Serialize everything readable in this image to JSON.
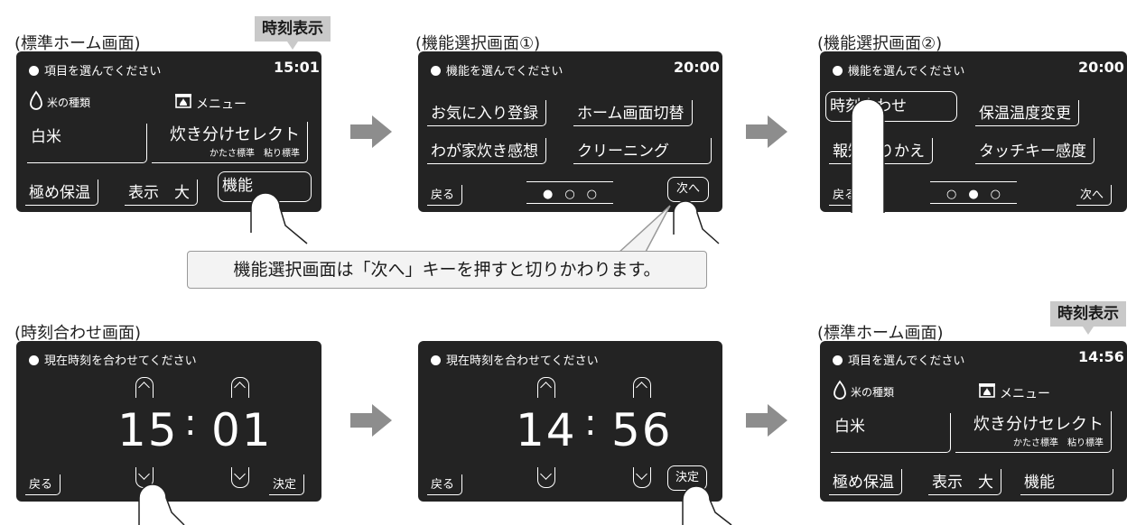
{
  "badges": {
    "time_display": "時刻表示",
    "time_display_cut": "時刻表示"
  },
  "captions": {
    "standard_home": "(標準ホーム画面)",
    "func_select_1": "(機能選択画面①)",
    "func_select_2": "(機能選択画面②)",
    "time_set": "(時刻合わせ画面)",
    "standard_home_2": "(標準ホーム画面)"
  },
  "home1": {
    "header": "項目を選んでください",
    "time": "15:01",
    "rice_type_label": "米の種類",
    "menu_label": "メニュー",
    "rice_value": "白米",
    "menu_value": "炊き分けセレクト",
    "menu_sub": "かたさ標準　粘り標準",
    "keep_warm": "極め保温",
    "display_size": "表示　大",
    "function": "機能"
  },
  "func1": {
    "header": "機能を選んでください",
    "time": "20:00",
    "fav": "お気に入り登録",
    "home_switch": "ホーム画面切替",
    "impression": "わが家炊き感想",
    "cleaning": "クリーニング",
    "back": "戻る",
    "pager": "●　○　○",
    "next": "次へ"
  },
  "func2": {
    "header": "機能を選んでください",
    "time": "20:00",
    "clock_set": "時刻合わせ",
    "warm_temp": "保温温度変更",
    "notice": "報知きりかえ",
    "touch_sens": "タッチキー感度",
    "back": "戻る",
    "pager": "○　●　○",
    "next": "次へ"
  },
  "callout": "機能選択画面は「次へ」キーを押すと切りかわります。",
  "clock1": {
    "header": "現在時刻を合わせてください",
    "hours": "15",
    "colon": ":",
    "minutes": "01",
    "back": "戻る",
    "ok": "決定"
  },
  "clock2": {
    "header": "現在時刻を合わせてください",
    "hours": "14",
    "colon": ":",
    "minutes": "56",
    "back": "戻る",
    "ok": "決定"
  },
  "home2": {
    "header": "項目を選んでください",
    "time": "14:56",
    "rice_type_label": "米の種類",
    "menu_label": "メニュー",
    "rice_value": "白米",
    "menu_value": "炊き分けセレクト",
    "menu_sub": "かたさ標準　粘り標準",
    "keep_warm": "極め保温",
    "display_size": "表示　大",
    "function": "機能"
  },
  "icons": [
    "rice-drop-icon",
    "menu-pot-icon",
    "arrow-right-icon",
    "up-key-icon",
    "down-key-icon",
    "pointing-finger-icon"
  ]
}
